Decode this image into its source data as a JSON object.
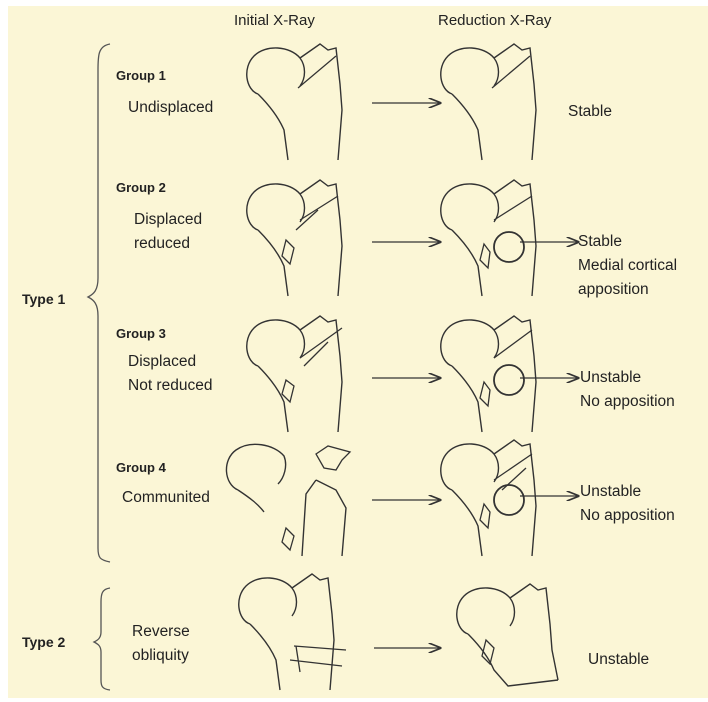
{
  "headers": {
    "initial": "Initial X-Ray",
    "reduction": "Reduction X-Ray"
  },
  "types": {
    "type1": "Type 1",
    "type2": "Type 2"
  },
  "groups": [
    {
      "name": "Group 1",
      "desc": [
        "Undisplaced"
      ],
      "outcome": [
        "Stable"
      ]
    },
    {
      "name": "Group 2",
      "desc": [
        "Displaced",
        "reduced"
      ],
      "outcome": [
        "Stable",
        "Medial cortical",
        "apposition"
      ]
    },
    {
      "name": "Group 3",
      "desc": [
        "Displaced",
        "Not reduced"
      ],
      "outcome": [
        "Unstable",
        "No apposition"
      ]
    },
    {
      "name": "Group 4",
      "desc": [
        "Communited"
      ],
      "outcome": [
        "Unstable",
        "No apposition"
      ]
    }
  ],
  "type2": {
    "desc": [
      "Reverse",
      "obliquity"
    ],
    "outcome": [
      "Unstable"
    ]
  },
  "colors": {
    "background": "#fbf6d6",
    "ink": "#222222"
  }
}
